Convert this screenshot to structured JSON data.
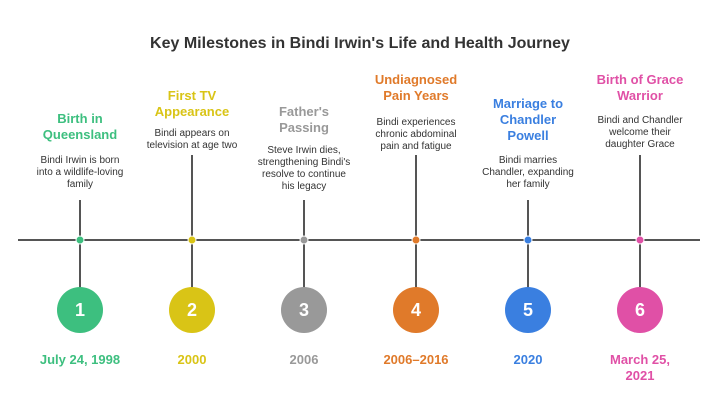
{
  "title": "Key Milestones in Bindi Irwin's Life and Health Journey",
  "milestones": [
    {
      "number": "1",
      "title_lines": [
        "Birth in",
        "Queensland"
      ],
      "desc_lines": [
        "Bindi Irwin is born",
        "into a wildlife-loving",
        "family"
      ],
      "date_lines": [
        "July 24, 1998"
      ],
      "color": "#3dbf7f"
    },
    {
      "number": "2",
      "title_lines": [
        "First TV",
        "Appearance"
      ],
      "desc_lines": [
        "Bindi appears on",
        "television at age two"
      ],
      "date_lines": [
        "2000"
      ],
      "color": "#d9c416"
    },
    {
      "number": "3",
      "title_lines": [
        "Father's",
        "Passing"
      ],
      "desc_lines": [
        "Steve Irwin dies,",
        "strengthening Bindi's",
        "resolve to continue",
        "his legacy"
      ],
      "date_lines": [
        "2006"
      ],
      "color": "#999999"
    },
    {
      "number": "4",
      "title_lines": [
        "Undiagnosed",
        "Pain Years"
      ],
      "desc_lines": [
        "Bindi experiences",
        "chronic abdominal",
        "pain and fatigue"
      ],
      "date_lines": [
        "2006–2016"
      ],
      "color": "#e07a2a"
    },
    {
      "number": "5",
      "title_lines": [
        "Marriage to",
        "Chandler",
        "Powell"
      ],
      "desc_lines": [
        "Bindi marries",
        "Chandler, expanding",
        "her family"
      ],
      "date_lines": [
        "2020"
      ],
      "color": "#3a7fe0"
    },
    {
      "number": "6",
      "title_lines": [
        "Birth of Grace",
        "Warrior"
      ],
      "desc_lines": [
        "Bindi and Chandler",
        "welcome their",
        "daughter Grace"
      ],
      "date_lines": [
        "March 25,",
        "2021"
      ],
      "color": "#e050a6"
    }
  ]
}
